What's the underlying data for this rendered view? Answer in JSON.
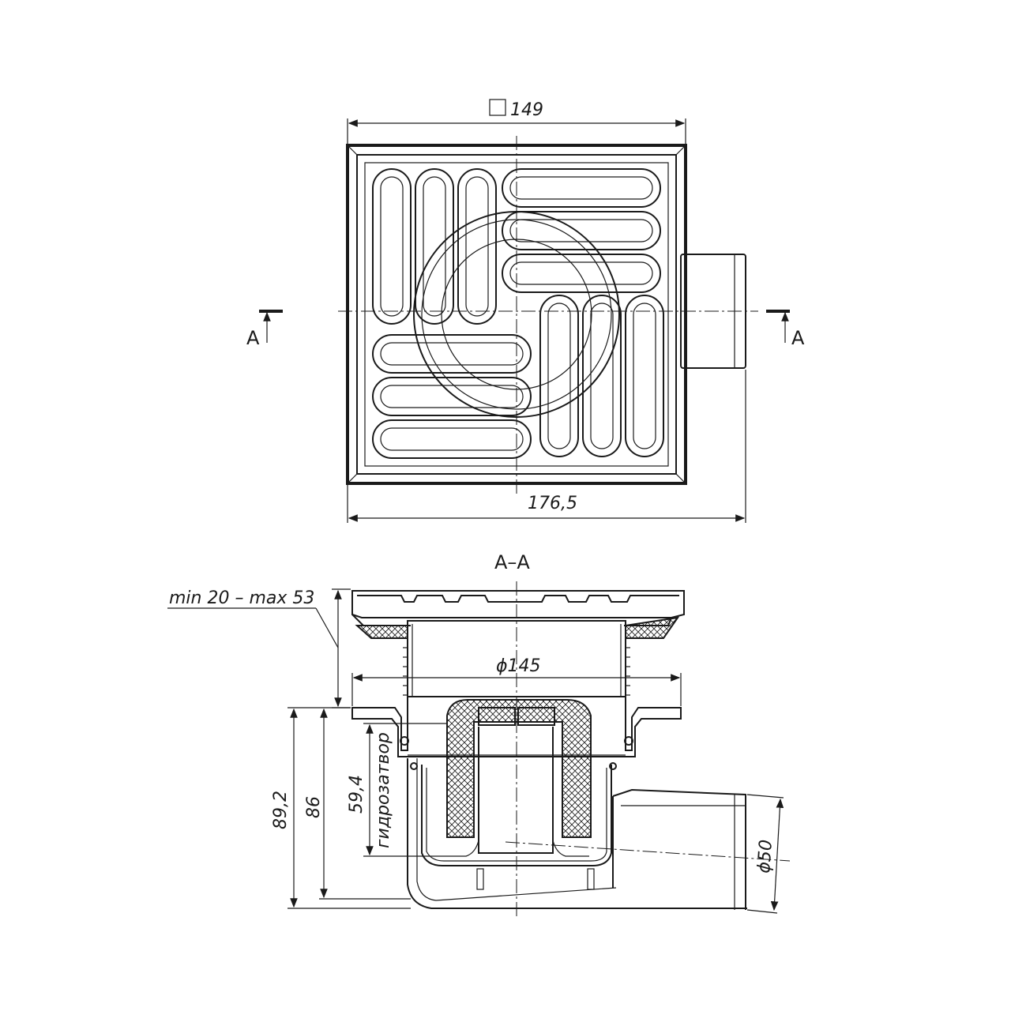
{
  "labels": {
    "top_width": "149",
    "total_width": "176,5",
    "section_left": "A",
    "section_right": "A",
    "section_title": "A–A",
    "height_range": "min 20 – max 53",
    "diameter_body": "ϕ145",
    "height_total": "89,2",
    "height_86": "86",
    "water_seal_height": "59,4",
    "water_seal": "гидрозатвор",
    "outlet_diameter": "ϕ50"
  },
  "colors": {
    "line": "#1a1a1a",
    "background": "#ffffff"
  }
}
